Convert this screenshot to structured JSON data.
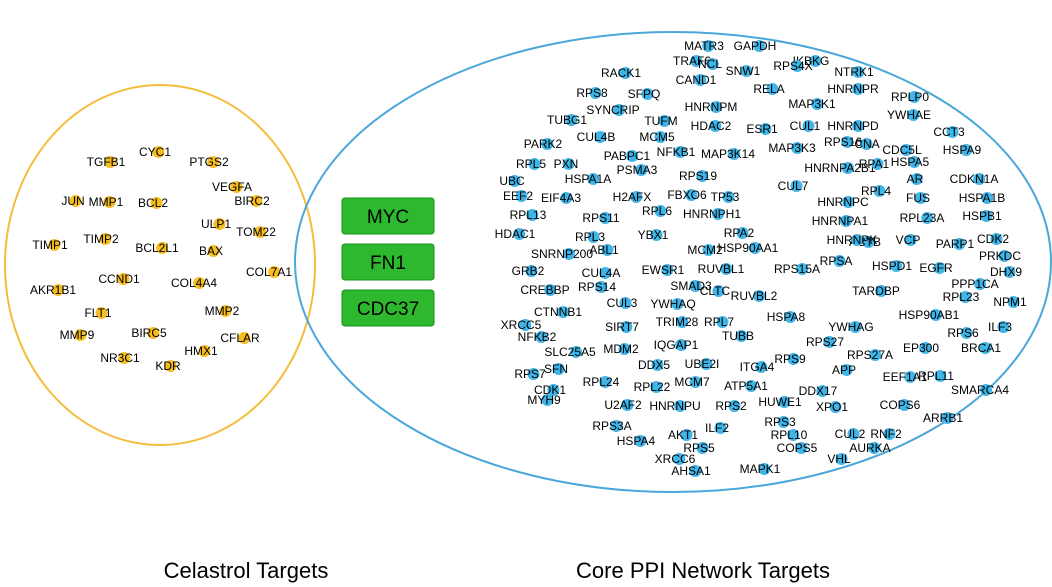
{
  "colors": {
    "left_circle": "#f5bd3c",
    "right_circle": "#4aa7d9",
    "left_dot": "#f5bd1f",
    "right_dot": "#3fb5e8",
    "box_fill": "#2eb82e",
    "box_stroke": "#1a8f1a"
  },
  "labels": {
    "left": "Celastrol Targets",
    "right": "Core PPI Network Targets"
  },
  "intersection": [
    "MYC",
    "FN1",
    "CDC37"
  ],
  "left_genes": [
    "CYC1",
    "TGFB1",
    "PTGS2",
    "VEGFA",
    "BIRC2",
    "JUN",
    "MMP1",
    "BCL2",
    "ULP1",
    "TOM22",
    "TIMP2",
    "TIMP1",
    "BCL2L1",
    "BAX",
    "CCND1",
    "COL7A1",
    "COL4A4",
    "AKR1B1",
    "FLT1",
    "MMP2",
    "MMP9",
    "BIRC5",
    "CFLAR",
    "NR3C1",
    "HMX1",
    "KDR"
  ],
  "right_genes": [
    "MATR3",
    "GAPDH",
    "TRAF6",
    "NCL",
    "IKBKG",
    "RACK1",
    "CAND1",
    "SNW1",
    "RPS4X",
    "NTRK1",
    "RPS8",
    "SFPQ",
    "RELA",
    "HNRNPR",
    "RPLP0",
    "SYNCRIP",
    "HNRNPM",
    "MAP3K1",
    "YWHAE",
    "TUBG1",
    "TUFM",
    "HDAC2",
    "ESR1",
    "CUL1",
    "HNRNPD",
    "PCNA",
    "CCT3",
    "PARK2",
    "CUL4B",
    "MCM5",
    "RPS16",
    "CDC5L",
    "HSPA9",
    "RPL5",
    "PXN",
    "PABPC1",
    "NFKB1",
    "MAP3K14",
    "MAP3K3",
    "HSPA5",
    "UBC",
    "HSPA1A",
    "PSMA3",
    "RPS19",
    "HNRNPA2B1",
    "RPA1",
    "AR",
    "CDKN1A",
    "EEF2",
    "EIF4A3",
    "H2AFX",
    "FBXO6",
    "TP53",
    "CUL7",
    "RPL4",
    "FUS",
    "HSPA1B",
    "RPL13",
    "RPS11",
    "RPL6",
    "HNRNPC",
    "RPL23A",
    "HSPB1",
    "HDAC1",
    "RPL3",
    "YBX1",
    "HNRNPH1",
    "HNRNPA1",
    "ACTB",
    "ABL1",
    "RPA2",
    "MCM2",
    "CDK2",
    "SNRNP200",
    "HSP90AA1",
    "HNRNPK",
    "VCP",
    "PARP1",
    "PRKDC",
    "GRB2",
    "CUL4A",
    "EWSR1",
    "RUVBL1",
    "RPS15A",
    "RPSA",
    "HSPD1",
    "EGFR",
    "DHX9",
    "CREBBP",
    "RPS14",
    "SMAD3",
    "CLTC",
    "PPP1CA",
    "CUL3",
    "TARDBP",
    "CTNNB1",
    "YWHAQ",
    "RUVBL2",
    "RPL23",
    "NPM1",
    "XRCC5",
    "SIRT7",
    "TRIM28",
    "RPL7",
    "HSPA8",
    "HSP90AB1",
    "NFKB2",
    "TUBB",
    "RPS27",
    "RPS6",
    "ILF3",
    "YWHAG",
    "SLC25A5",
    "MDM2",
    "IQGAP1",
    "RPS9",
    "RPS27A",
    "EP300",
    "BRCA1",
    "SFN",
    "DDX5",
    "UBE2I",
    "ITGA4",
    "APP",
    "EEF1A1",
    "RPS7",
    "RPL24",
    "MCM7",
    "RPL11",
    "CDK1",
    "RPL22",
    "ATP5A1",
    "DDX17",
    "SMARCA4",
    "MYH9",
    "U2AF2",
    "HNRNPU",
    "RPS2",
    "HUWE1",
    "XPO1",
    "COPS6",
    "ARRB1",
    "RPS3",
    "RPS3A",
    "HSPA4",
    "AKT1",
    "ILF2",
    "RPL10",
    "CUL2",
    "RNF2",
    "RPS5",
    "COPS5",
    "AURKA",
    "XRCC6",
    "AHSA1",
    "MAPK1",
    "VHL"
  ]
}
